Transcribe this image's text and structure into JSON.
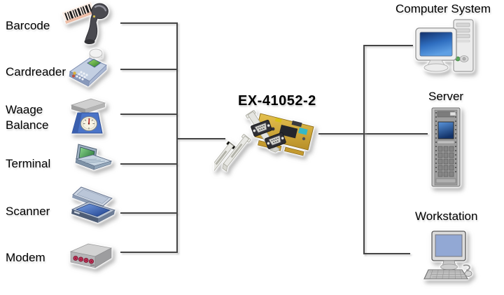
{
  "diagram": {
    "title": "EX-41052-2",
    "card_icon": "serial-pci-card-icon",
    "left_devices": [
      {
        "label": "Barcode",
        "icon": "barcode-scanner-icon"
      },
      {
        "label": "Cardreader",
        "icon": "cardreader-icon"
      },
      {
        "label": "Waage Balance",
        "icon": "weighing-scale-icon"
      },
      {
        "label": "Terminal",
        "icon": "laptop-terminal-icon"
      },
      {
        "label": "Scanner",
        "icon": "flatbed-scanner-icon"
      },
      {
        "label": "Modem",
        "icon": "modem-icon"
      }
    ],
    "right_devices": [
      {
        "label": "Computer System",
        "icon": "desktop-pc-icon"
      },
      {
        "label": "Server",
        "icon": "server-tower-icon"
      },
      {
        "label": "Workstation",
        "icon": "workstation-icon"
      }
    ],
    "colors": {
      "background": "#ffffff",
      "line": "#454545",
      "text": "#000000",
      "pcb_gold": "#d2a93a",
      "screen_blue": "#2f6ec0",
      "screen_green": "#3fa045",
      "body_blue": "#4a74c8"
    }
  }
}
